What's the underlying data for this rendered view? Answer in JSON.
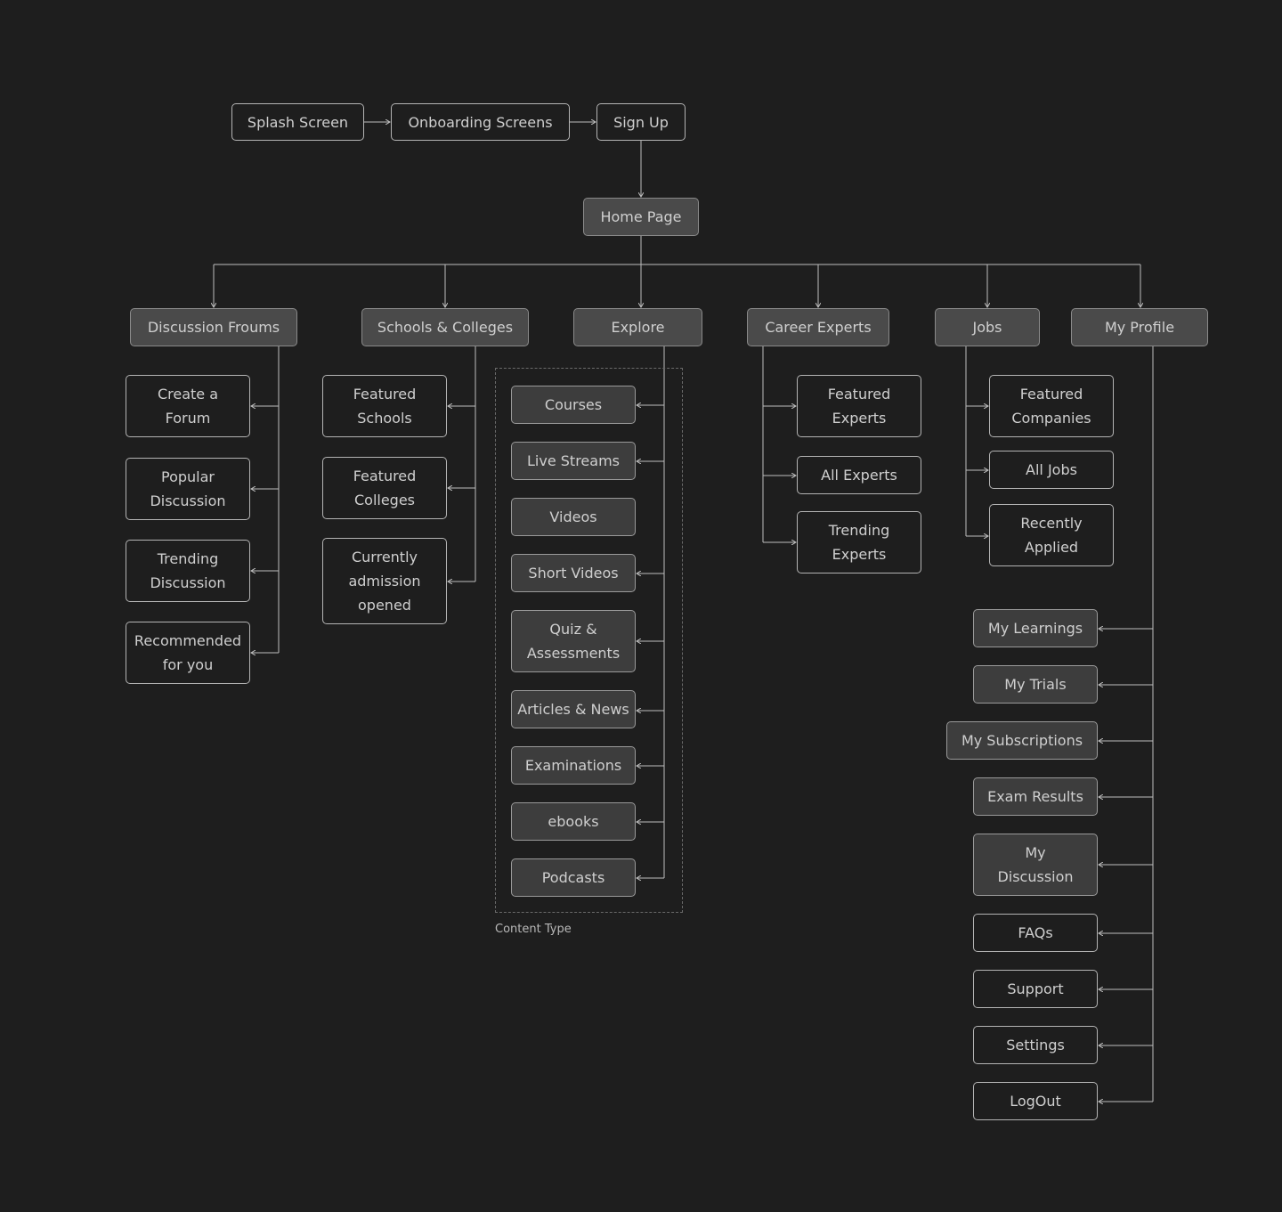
{
  "colors": {
    "background": "#1e1e1e",
    "line": "#bdbdbd",
    "filled": "#4a4a4a",
    "sub": "#3d3d3d",
    "text": "#cfcfcf"
  },
  "flow": {
    "splash": "Splash Screen",
    "onboarding": "Onboarding Screens",
    "signup": "Sign Up",
    "home": "Home Page"
  },
  "sections": {
    "discussion": "Discussion Froums",
    "schools": "Schools & Colleges",
    "explore": "Explore",
    "experts": "Career Experts",
    "jobs": "Jobs",
    "profile": "My Profile"
  },
  "discussion_items": [
    "Create a\nForum",
    "Popular\nDiscussion",
    "Trending\nDiscussion",
    "Recommended\nfor you"
  ],
  "schools_items": [
    "Featured\nSchools",
    "Featured\nColleges",
    "Currently\nadmission\nopened"
  ],
  "explore_items": [
    "Courses",
    "Live Streams",
    "Videos",
    "Short Videos",
    "Quiz &\nAssessments",
    "Articles & News",
    "Examinations",
    "ebooks",
    "Podcasts"
  ],
  "explore_group_label": "Content Type",
  "experts_items": [
    "Featured\nExperts",
    "All Experts",
    "Trending\nExperts"
  ],
  "jobs_items": [
    "Featured\nCompanies",
    "All Jobs",
    "Recently\nApplied"
  ],
  "profile_items": [
    "My Learnings",
    "My Trials",
    "My Subscriptions",
    "Exam Results",
    "My\nDiscussion",
    "FAQs",
    "Support",
    "Settings",
    "LogOut"
  ]
}
